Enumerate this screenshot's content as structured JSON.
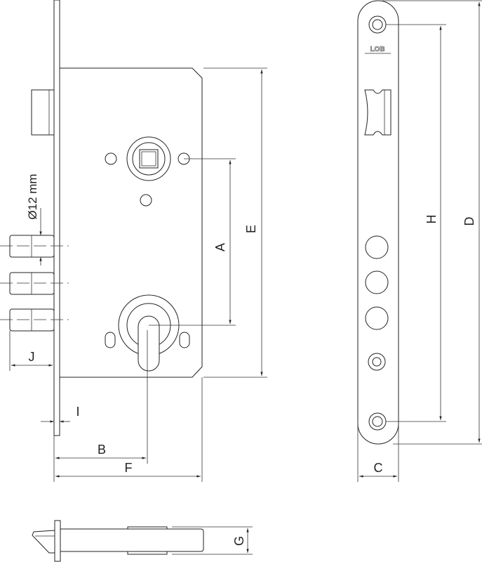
{
  "title": "Mortise lock dimension drawing",
  "logo_text": "LOB",
  "dimensions": {
    "A": "A",
    "B": "B",
    "C": "C",
    "D": "D",
    "E": "E",
    "F": "F",
    "G": "G",
    "H": "H",
    "I": "I",
    "J": "J",
    "bolt_diameter": "Ø12 mm"
  },
  "colors": {
    "line": "#222222",
    "background": "#ffffff"
  }
}
